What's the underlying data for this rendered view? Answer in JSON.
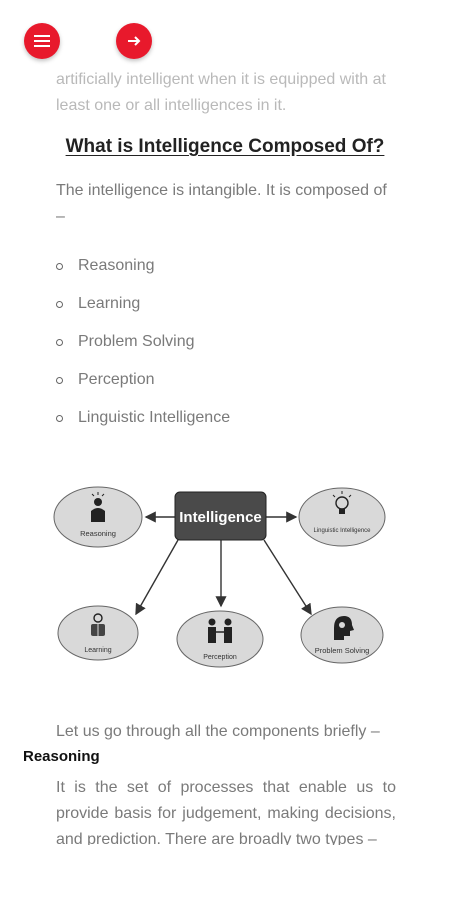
{
  "nav": {
    "menu_icon": "hamburger-menu-icon",
    "next_icon": "arrow-right-icon",
    "accent_color": "#e8192c"
  },
  "article": {
    "intro_text": "artificially intelligent when it is equipped with at least one or all intelligences in it.",
    "heading": "What is Intelligence Composed Of?",
    "composed_text": "The intelligence is intangible. It is composed of –",
    "components": [
      "Reasoning",
      "Learning",
      "Problem Solving",
      "Perception",
      "Linguistic Intelligence"
    ],
    "diagram": {
      "center": "Intelligence",
      "nodes": [
        "Reasoning",
        "Linguistic Intelligence",
        "Learning",
        "Perception",
        "Problem Solving"
      ]
    },
    "components_intro": "Let us go through all the components briefly –",
    "subheading": "Reasoning",
    "reasoning_text": "It is the set of processes that enable us to provide basis for judgement, making decisions, and prediction. There are broadly two types –"
  }
}
